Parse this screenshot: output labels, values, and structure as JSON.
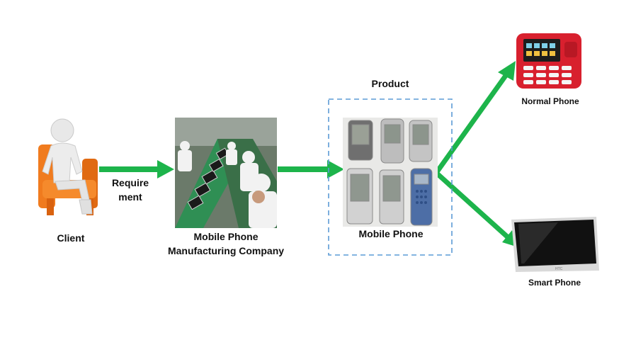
{
  "labels": {
    "client": "Client",
    "requirement_line1": "Require",
    "requirement_line2": "ment",
    "company_line1": "Mobile Phone",
    "company_line2": "Manufacturing Company",
    "product": "Product",
    "mobile_phone": "Mobile Phone",
    "normal_phone": "Normal Phone",
    "smart_phone": "Smart Phone"
  },
  "colors": {
    "arrow": "#1db44b",
    "dashed_box": "#5b9bd5",
    "chair": "#f07b1e",
    "person": "#e6e6e6",
    "normal_phone": "#d8202e"
  },
  "icons": {
    "client": "person-in-chair-icon",
    "factory": "factory-assembly-line-photo",
    "products": "pda-phones-photo",
    "normal_phone": "feature-phone-photo",
    "smart_phone": "smartphone-photo"
  }
}
